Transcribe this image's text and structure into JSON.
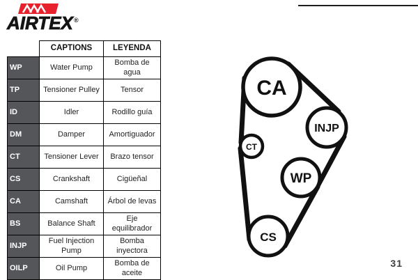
{
  "logo": {
    "brand": "AIRTEX",
    "registered": "®"
  },
  "colors": {
    "flag_red": "#e8222d",
    "code_cell_bg": "#55565a",
    "line_black": "#111111"
  },
  "table": {
    "headers": {
      "captions": "CAPTIONS",
      "leyenda": "LEYENDA"
    },
    "rows": [
      {
        "code": "WP",
        "caption": "Water Pump",
        "leyenda": "Bomba de agua"
      },
      {
        "code": "TP",
        "caption": "Tensioner Pulley",
        "leyenda": "Tensor"
      },
      {
        "code": "ID",
        "caption": "Idler",
        "leyenda": "Rodillo guía"
      },
      {
        "code": "DM",
        "caption": "Damper",
        "leyenda": "Amortiguador"
      },
      {
        "code": "CT",
        "caption": "Tensioner Lever",
        "leyenda": "Brazo tensor"
      },
      {
        "code": "CS",
        "caption": "Crankshaft",
        "leyenda": "Cigüeñal"
      },
      {
        "code": "CA",
        "caption": "Camshaft",
        "leyenda": "Árbol de levas"
      },
      {
        "code": "BS",
        "caption": "Balance Shaft",
        "leyenda": "Eje equilibrador"
      },
      {
        "code": "INJP",
        "caption": "Fuel Injection Pump",
        "leyenda": "Bomba inyectora"
      },
      {
        "code": "OILP",
        "caption": "Oil Pump",
        "leyenda": "Bomba de aceite"
      }
    ]
  },
  "diagram": {
    "pulleys": {
      "ca": "CA",
      "injp": "INJP",
      "ct": "CT",
      "wp": "WP",
      "cs": "CS"
    }
  },
  "page": {
    "number": "31"
  }
}
